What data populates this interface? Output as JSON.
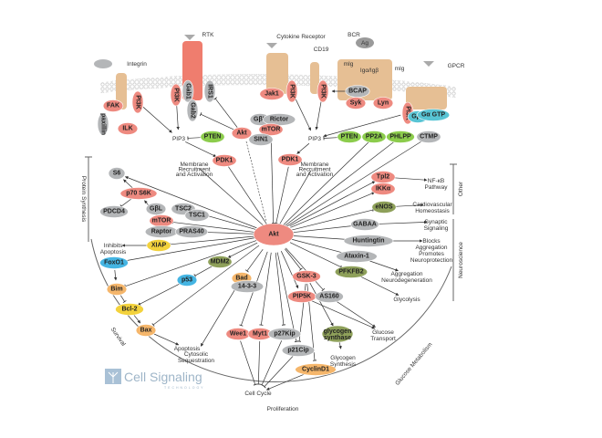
{
  "colors": {
    "red": "#ee8a80",
    "gray": "#b4b6b8",
    "green": "#8ccc4c",
    "olive": "#8ea05a",
    "yellow": "#f3d23c",
    "blue": "#45b5e3",
    "orange": "#f5b66b",
    "teal": "#58c4d4",
    "receptor": "#e6bf94",
    "rtk": "#ef7d6e",
    "line": "#333333"
  },
  "receptors": {
    "integrin": "Integrin",
    "rtk": "RTK",
    "cytokine": "Cytokine Receptor",
    "cd19": "CD19",
    "bcr": "BCR",
    "ag": "Ag",
    "mig_left": "mIg",
    "mig_right": "mIg",
    "igab": "Igα/Igβ",
    "gpcr": "GPCR"
  },
  "nodes": [
    {
      "id": "akt",
      "label": "Akt",
      "color": "red"
    },
    {
      "id": "fak",
      "label": "FAK",
      "color": "red"
    },
    {
      "id": "paxillin",
      "label": "paxillin",
      "color": "gray"
    },
    {
      "id": "ilk",
      "label": "ILK",
      "color": "red"
    },
    {
      "id": "pi3k_int",
      "label": "PI3K",
      "color": "red"
    },
    {
      "id": "pi3k_rtk",
      "label": "PI3K",
      "color": "red"
    },
    {
      "id": "gab1",
      "label": "Gab1",
      "color": "gray"
    },
    {
      "id": "gab2",
      "label": "Gab2",
      "color": "gray"
    },
    {
      "id": "irs1",
      "label": "IRS1",
      "color": "gray"
    },
    {
      "id": "pten_l",
      "label": "PTEN",
      "color": "green"
    },
    {
      "id": "akt_small",
      "label": "Akt",
      "color": "red"
    },
    {
      "id": "pdk1_l",
      "label": "PDK1",
      "color": "red"
    },
    {
      "id": "jak1",
      "label": "Jak1",
      "color": "red"
    },
    {
      "id": "pi3k_cyt",
      "label": "PI3K",
      "color": "red"
    },
    {
      "id": "pi3k_cd19",
      "label": "PI3K",
      "color": "red"
    },
    {
      "id": "bcap",
      "label": "BCAP",
      "color": "gray"
    },
    {
      "id": "syk",
      "label": "Syk",
      "color": "red"
    },
    {
      "id": "lyn",
      "label": "Lyn",
      "color": "red"
    },
    {
      "id": "pi3k_gpcr",
      "label": "PI3K",
      "color": "red"
    },
    {
      "id": "gbg",
      "label": "Gβγ",
      "color": "teal"
    },
    {
      "id": "gagtp",
      "label": "Gα GTP",
      "color": "teal"
    },
    {
      "id": "gl_top",
      "label": "GβL",
      "color": "gray"
    },
    {
      "id": "rictor",
      "label": "Rictor",
      "color": "gray"
    },
    {
      "id": "mtor_top",
      "label": "mTOR",
      "color": "red"
    },
    {
      "id": "sin1",
      "label": "SIN1",
      "color": "gray"
    },
    {
      "id": "pten_r",
      "label": "PTEN",
      "color": "green"
    },
    {
      "id": "pp2a",
      "label": "PP2A",
      "color": "green"
    },
    {
      "id": "phlpp",
      "label": "PHLPP",
      "color": "green"
    },
    {
      "id": "ctmp",
      "label": "CTMP",
      "color": "gray"
    },
    {
      "id": "pdk1_r",
      "label": "PDK1",
      "color": "red"
    },
    {
      "id": "s6",
      "label": "S6",
      "color": "gray"
    },
    {
      "id": "p70s6k",
      "label": "p70 S6K",
      "color": "red"
    },
    {
      "id": "pdcd4",
      "label": "PDCD4",
      "color": "gray"
    },
    {
      "id": "gl_l",
      "label": "GβL",
      "color": "gray"
    },
    {
      "id": "mtor_l",
      "label": "mTOR",
      "color": "red"
    },
    {
      "id": "tsc2",
      "label": "TSC2",
      "color": "gray"
    },
    {
      "id": "tsc1",
      "label": "TSC1",
      "color": "gray"
    },
    {
      "id": "raptor",
      "label": "Raptor",
      "color": "gray"
    },
    {
      "id": "pras40",
      "label": "PRAS40",
      "color": "gray"
    },
    {
      "id": "xiap",
      "label": "XIAP",
      "color": "yellow"
    },
    {
      "id": "foxo1",
      "label": "FoxO1",
      "color": "blue"
    },
    {
      "id": "mdm2",
      "label": "MDM2",
      "color": "olive"
    },
    {
      "id": "p53",
      "label": "p53",
      "color": "blue"
    },
    {
      "id": "bim",
      "label": "Bim",
      "color": "orange"
    },
    {
      "id": "bad",
      "label": "Bad",
      "color": "orange"
    },
    {
      "id": "b1433",
      "label": "14-3-3",
      "color": "gray"
    },
    {
      "id": "bcl2",
      "label": "Bcl-2",
      "color": "yellow"
    },
    {
      "id": "bax",
      "label": "Bax",
      "color": "orange"
    },
    {
      "id": "wee1",
      "label": "Wee1",
      "color": "red"
    },
    {
      "id": "myt1",
      "label": "Myt1",
      "color": "red"
    },
    {
      "id": "p27kip",
      "label": "p27Kip",
      "color": "gray"
    },
    {
      "id": "p21cip",
      "label": "p21Cip",
      "color": "gray"
    },
    {
      "id": "cyclind1",
      "label": "CyclinD1",
      "color": "orange"
    },
    {
      "id": "gsk3",
      "label": "GSK-3",
      "color": "red"
    },
    {
      "id": "glycogen_synthase",
      "label": "glycogen synthase",
      "color": "olive"
    },
    {
      "id": "pip5k",
      "label": "PIP5K",
      "color": "red"
    },
    {
      "id": "as160",
      "label": "AS160",
      "color": "gray"
    },
    {
      "id": "pfkfb2",
      "label": "PFKFB2",
      "color": "olive"
    },
    {
      "id": "ataxin1",
      "label": "Ataxin-1",
      "color": "gray"
    },
    {
      "id": "huntingtin",
      "label": "Huntingtin",
      "color": "gray"
    },
    {
      "id": "gabaa",
      "label": "GABAA",
      "color": "gray"
    },
    {
      "id": "enos",
      "label": "eNOS",
      "color": "olive"
    },
    {
      "id": "ikka",
      "label": "IKKα",
      "color": "red"
    },
    {
      "id": "tpl2",
      "label": "Tpl2",
      "color": "red"
    }
  ],
  "texts": [
    {
      "id": "pip3_l",
      "label": "PIP3"
    },
    {
      "id": "pip3_r",
      "label": "PIP3"
    },
    {
      "id": "mra_l",
      "label": "Membrane Recruitment and Activation"
    },
    {
      "id": "mra_r",
      "label": "Membrane Recruitment and Activation"
    },
    {
      "id": "inhibits_apoptosis",
      "label": "Inhibits Apoptosis"
    },
    {
      "id": "apoptosis",
      "label": "Apoptosis"
    },
    {
      "id": "cytosolic",
      "label": "Cytosolic Sequestration"
    },
    {
      "id": "cell_cycle",
      "label": "Cell Cycle"
    },
    {
      "id": "glycogen_synthesis",
      "label": "Glycogen Synthesis"
    },
    {
      "id": "glucose_transport",
      "label": "Glucose Transport"
    },
    {
      "id": "glycolysis",
      "label": "Glycolysis"
    },
    {
      "id": "aggregation",
      "label": "Aggregation Neurodegeneration"
    },
    {
      "id": "blocks",
      "label": "Blocks Aggregation Promotes Neuroprotection"
    },
    {
      "id": "synaptic",
      "label": "Synaptic Signaling"
    },
    {
      "id": "cardio",
      "label": "Cardiovascular Homeostasis"
    },
    {
      "id": "nfkb",
      "label": "NF-κB Pathway"
    }
  ],
  "categories": {
    "protein_synthesis": "Protein Synthesis",
    "survival": "Survival",
    "proliferation": "Proliferation",
    "glucose_metabolism": "Glucose Metabolism",
    "neuroscience": "Neuroscience",
    "other": "Other"
  },
  "edges": [
    [
      "pi3k_int",
      "pip3_l",
      "act"
    ],
    [
      "pi3k_rtk",
      "pip3_l",
      "act"
    ],
    [
      "pten_l",
      "pip3_l",
      "inh"
    ],
    [
      "pip3_l",
      "pdk1_l",
      "act"
    ],
    [
      "akt_small",
      "irs1",
      "inh"
    ],
    [
      "akt_small",
      "gab2",
      "inh"
    ],
    [
      "pi3k_cyt",
      "pip3_r",
      "act"
    ],
    [
      "pi3k_cd19",
      "pip3_r",
      "act"
    ],
    [
      "bcap",
      "pi3k_cd19",
      "act"
    ],
    [
      "pi3k_gpcr",
      "pip3_r",
      "act"
    ],
    [
      "pten_r",
      "pip3_r",
      "inh"
    ],
    [
      "pip3_r",
      "pdk1_r",
      "act"
    ],
    [
      "pdk1_l",
      "akt",
      "act"
    ],
    [
      "pdk1_r",
      "akt",
      "act"
    ],
    [
      "mtor_top",
      "akt",
      "act"
    ],
    [
      "mra_l",
      "akt",
      "act"
    ],
    [
      "mra_r",
      "akt",
      "act"
    ],
    [
      "pp2a",
      "akt",
      "inh"
    ],
    [
      "phlpp",
      "akt",
      "inh"
    ],
    [
      "ctmp",
      "akt",
      "inh"
    ],
    [
      "akt",
      "s6",
      "act"
    ],
    [
      "akt",
      "tsc2",
      "inh"
    ],
    [
      "akt",
      "mtor_l",
      "act"
    ],
    [
      "akt",
      "pras40",
      "inh"
    ],
    [
      "akt",
      "xiap",
      "act"
    ],
    [
      "akt",
      "foxo1",
      "inh"
    ],
    [
      "akt",
      "mdm2",
      "act"
    ],
    [
      "akt",
      "bim",
      "inh"
    ],
    [
      "akt",
      "bad",
      "inh"
    ],
    [
      "akt",
      "bax",
      "inh"
    ],
    [
      "akt",
      "wee1",
      "inh"
    ],
    [
      "akt",
      "myt1",
      "inh"
    ],
    [
      "akt",
      "p27kip",
      "inh"
    ],
    [
      "akt",
      "p21cip",
      "inh"
    ],
    [
      "akt",
      "gsk3",
      "inh"
    ],
    [
      "akt",
      "pip5k",
      "act"
    ],
    [
      "akt",
      "as160",
      "inh"
    ],
    [
      "akt",
      "pfkfb2",
      "act"
    ],
    [
      "akt",
      "ataxin1",
      "act"
    ],
    [
      "akt",
      "huntingtin",
      "act"
    ],
    [
      "akt",
      "gabaa",
      "act"
    ],
    [
      "akt",
      "enos",
      "act"
    ],
    [
      "akt",
      "ikka",
      "act"
    ],
    [
      "akt",
      "tpl2",
      "act"
    ],
    [
      "p70s6k",
      "s6",
      "act"
    ],
    [
      "mtor_l",
      "p70s6k",
      "act"
    ],
    [
      "p70s6k",
      "pdcd4",
      "inh"
    ],
    [
      "xiap",
      "inhibits_apoptosis",
      "act"
    ],
    [
      "foxo1",
      "bim",
      "act"
    ],
    [
      "bim",
      "bcl2",
      "inh"
    ],
    [
      "bcl2",
      "bax",
      "act"
    ],
    [
      "bax",
      "apoptosis",
      "act"
    ],
    [
      "mdm2",
      "p53",
      "inh"
    ],
    [
      "p53",
      "bcl2",
      "act"
    ],
    [
      "bad",
      "cytosolic",
      "act"
    ],
    [
      "gsk3",
      "glycogen_synthase",
      "act"
    ],
    [
      "gsk3",
      "cyclind1",
      "inh"
    ],
    [
      "gsk3",
      "p21cip",
      "inh"
    ],
    [
      "glycogen_synthase",
      "glycogen_synthesis",
      "act"
    ],
    [
      "pip5k",
      "glucose_transport",
      "act"
    ],
    [
      "as160",
      "glucose_transport",
      "act"
    ],
    [
      "pfkfb2",
      "glycolysis",
      "act"
    ],
    [
      "ataxin1",
      "aggregation",
      "act"
    ],
    [
      "huntingtin",
      "blocks",
      "act"
    ],
    [
      "gabaa",
      "synaptic",
      "act"
    ],
    [
      "enos",
      "cardio",
      "act"
    ],
    [
      "tpl2",
      "nfkb",
      "act"
    ],
    [
      "wee1",
      "cell_cycle",
      "inh"
    ],
    [
      "myt1",
      "cell_cycle",
      "inh"
    ],
    [
      "p27kip",
      "cell_cycle",
      "inh"
    ],
    [
      "p21cip",
      "cell_cycle",
      "inh"
    ],
    [
      "cyclind1",
      "cell_cycle",
      "act"
    ]
  ],
  "logo": {
    "name": "Cell Signaling",
    "sub": "TECHNOLOGY"
  }
}
